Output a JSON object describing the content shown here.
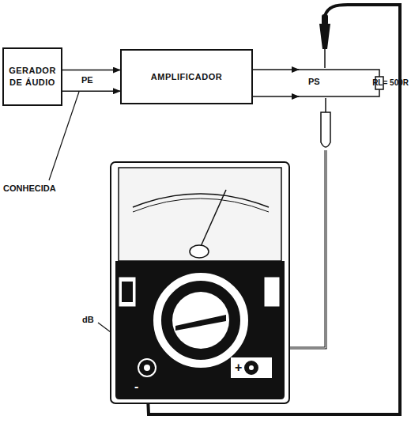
{
  "diagram": {
    "nodes": [
      {
        "text": [
          "GERADOR DE ÁUDIO"
        ]
      },
      {
        "text": [
          "AMPLIFICADOR"
        ]
      }
    ],
    "edges": [
      {
        "from": 0,
        "to": 1,
        "arrow": "to"
      },
      {
        "from": 0,
        "to": 1,
        "arrow": "to"
      }
    ],
    "labels": [
      "PE",
      "CONHECIDA",
      "PS",
      "RL= 500R",
      "dB",
      "-",
      "+"
    ]
  }
}
